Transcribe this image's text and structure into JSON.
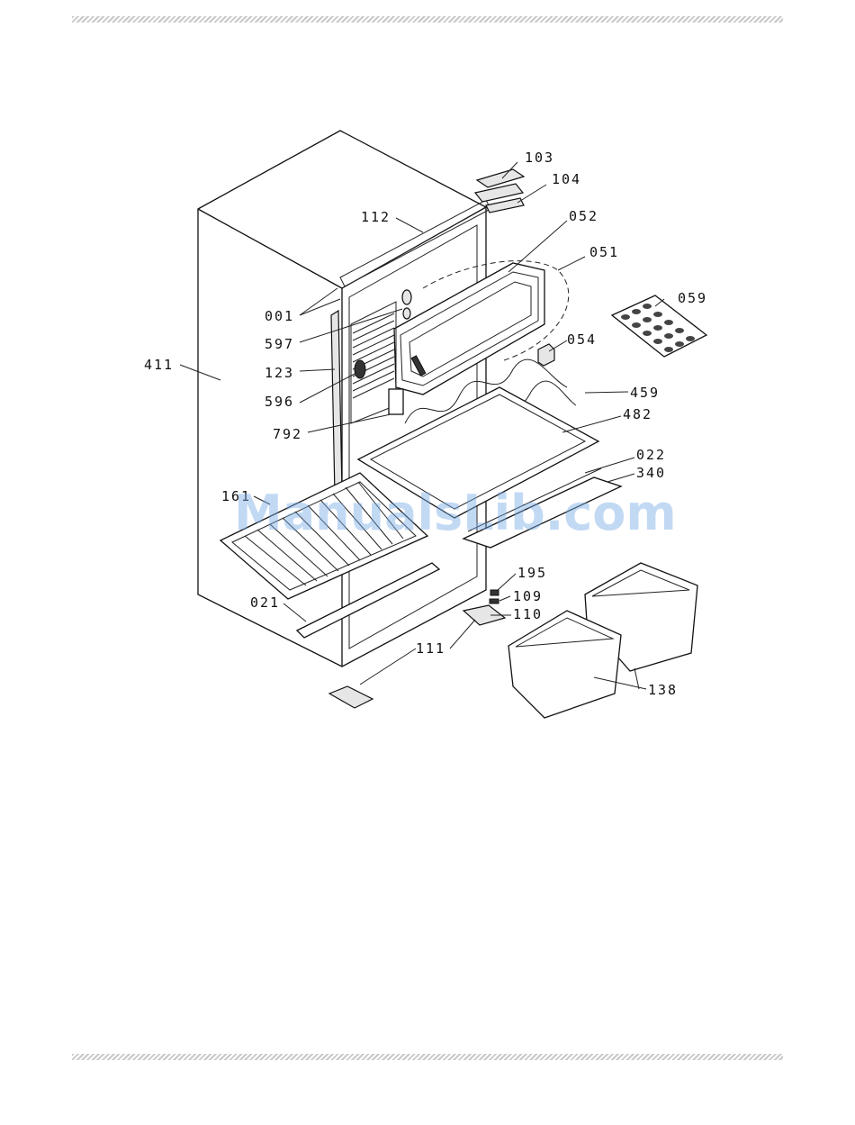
{
  "watermark": "ManualsLib.com",
  "labels": {
    "p103": "103",
    "p104": "104",
    "p112": "112",
    "p052": "052",
    "p051": "051",
    "p059": "059",
    "p001": "001",
    "p597": "597",
    "p054": "054",
    "p411": "411",
    "p123": "123",
    "p596": "596",
    "p459": "459",
    "p482": "482",
    "p792": "792",
    "p022": "022",
    "p340": "340",
    "p161": "161",
    "p195": "195",
    "p109": "109",
    "p021": "021",
    "p110": "110",
    "p111": "111",
    "p138": "138"
  }
}
